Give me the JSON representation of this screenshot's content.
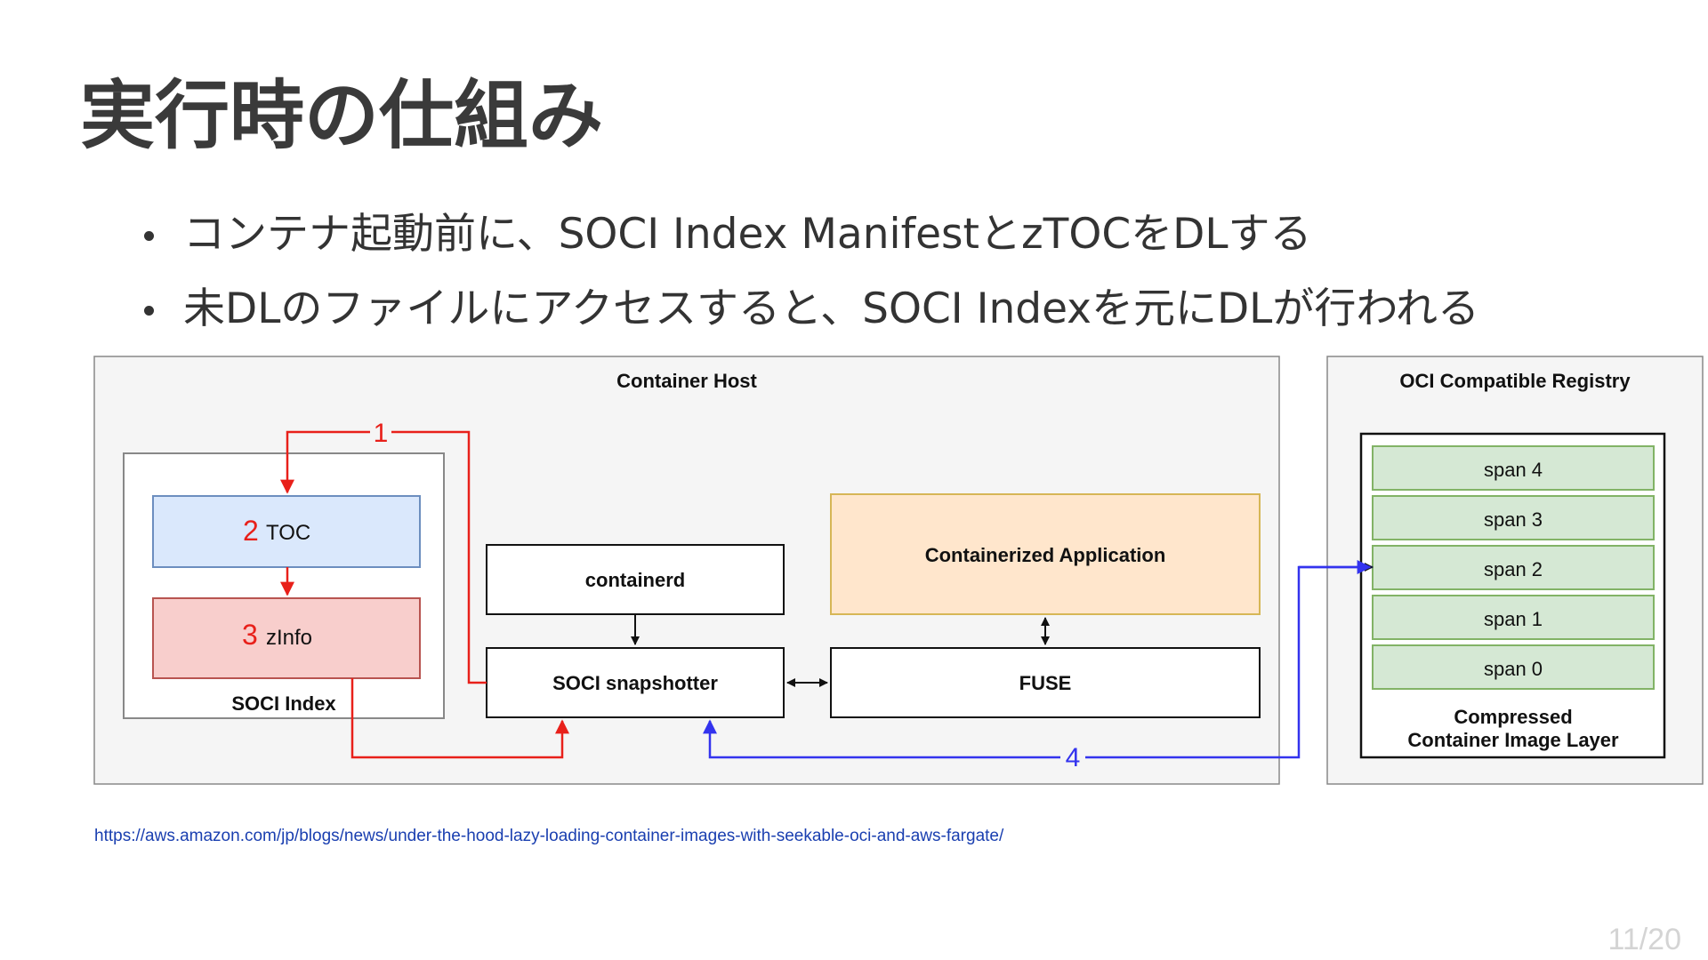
{
  "slide": {
    "title": "実行時の仕組み",
    "bullets": [
      "コンテナ起動前に、SOCI Index ManifestとzTOCをDLする",
      "未DLのファイルにアクセスすると、SOCI Indexを元にDLが行われる"
    ],
    "link": "https://aws.amazon.com/jp/blogs/news/under-the-hood-lazy-loading-container-images-with-seekable-oci-and-aws-fargate/",
    "page_number": "11/20"
  },
  "diagram": {
    "container_host_label": "Container Host",
    "registry_label": "OCI Compatible Registry",
    "soci_index_label": "SOCI Index",
    "toc": {
      "number": "2",
      "label": "TOC"
    },
    "zinfo": {
      "number": "3",
      "label": "zInfo"
    },
    "containerd_label": "containerd",
    "snapshotter_label": "SOCI snapshotter",
    "app_label": "Containerized Application",
    "fuse_label": "FUSE",
    "spans": [
      "span 4",
      "span 3",
      "span 2",
      "span 1",
      "span 0"
    ],
    "layer_label_line1": "Compressed",
    "layer_label_line2": "Container Image Layer",
    "step1_label": "1",
    "step4_label": "4",
    "colors": {
      "red_arrow": "#e8201a",
      "blue_arrow": "#3333ee",
      "toc_fill": "#dae8fc",
      "zinfo_fill": "#f8cecc",
      "app_fill": "#ffe6cc",
      "span_fill": "#d5e8d4"
    }
  }
}
